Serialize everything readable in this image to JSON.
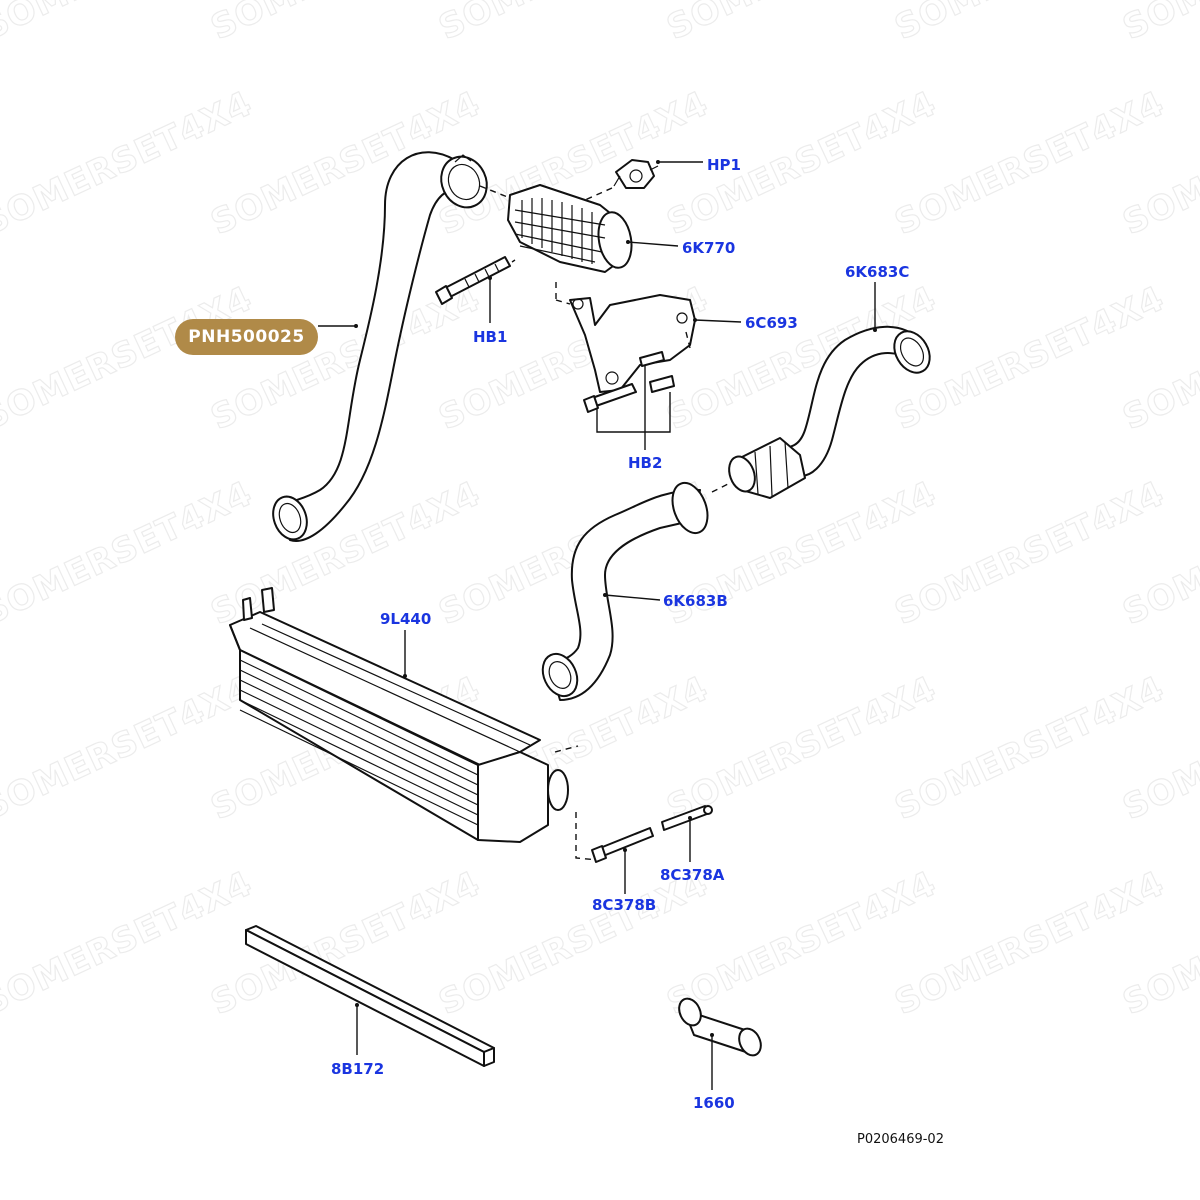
{
  "watermark": {
    "text": "SOMERSET4X4"
  },
  "badge": {
    "text": "PNH500025"
  },
  "callouts": {
    "hp1": "HP1",
    "k6770": "6K770",
    "k6683c": "6K683C",
    "hb1": "HB1",
    "c6693": "6C693",
    "hb2": "HB2",
    "k6683b": "6K683B",
    "l9440": "9L440",
    "c8378a": "8C378A",
    "c8378b": "8C378B",
    "b8172": "8B172",
    "p1660": "1660"
  },
  "figure_ref": "P0206469-02",
  "colors": {
    "callout": "#1a35e0",
    "badge": "#b08a48",
    "line": "#111111"
  }
}
